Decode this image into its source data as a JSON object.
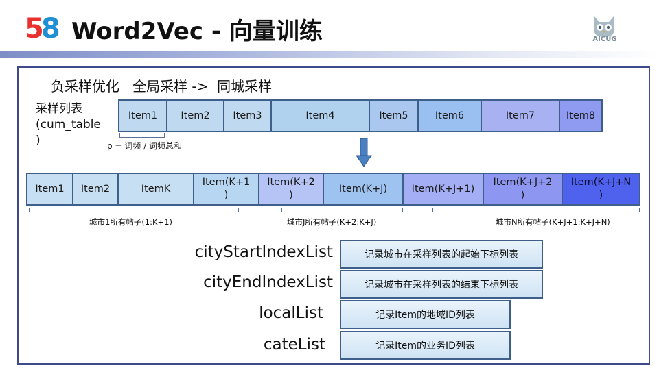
{
  "header": {
    "logo": {
      "digit1": "5",
      "digit2": "8"
    },
    "title": "Word2Vec - 向量训练",
    "brand_icon": "aicug-owl-logo",
    "brand_text": "AICUG"
  },
  "slide": {
    "subtitle": "负采样优化   全局采样 ->  同城采样",
    "cum_table_label": "采样列表\n(cum_table\n)",
    "top_row": [
      {
        "label": "Item1",
        "color": "#bfdaf0"
      },
      {
        "label": "Item2",
        "color": "#bfdaf0"
      },
      {
        "label": "Item3",
        "color": "#bfdaf0"
      },
      {
        "label": "Item4",
        "color": "#b1d2ef"
      },
      {
        "label": "Item5",
        "color": "#a9c7ef"
      },
      {
        "label": "Item6",
        "color": "#99c0f0"
      },
      {
        "label": "Item7",
        "color": "#a8b2f3"
      },
      {
        "label": "Item8",
        "color": "#8e9bf0"
      }
    ],
    "p_note": "p = 词频 / 词频总和",
    "arrow_icon": "down-arrow-icon",
    "bottom_row": [
      {
        "label": "Item1",
        "color": "#c7dff2"
      },
      {
        "label": "Item2",
        "color": "#c7dff2"
      },
      {
        "label": "ItemK",
        "color": "#c7dff2"
      },
      {
        "label": "Item(K+1\n)",
        "color": "#b7d6f2"
      },
      {
        "label": "Item(K+2\n)",
        "color": "#b5c4f4"
      },
      {
        "label": "Item(K+J)",
        "color": "#9fc3f0"
      },
      {
        "label": "Item(K+J+1)",
        "color": "#a4aef5"
      },
      {
        "label": "Item(K+J+2\n)",
        "color": "#8d97f2"
      },
      {
        "label": "Item(K+J+N\n)",
        "color": "#4f62ee"
      }
    ],
    "city_notes": [
      "城市1所有帖子(1:K+1)",
      "城市J所有帖子(K+2:K+J)",
      "城市N所有帖子(K+J+1:K+J+N)"
    ],
    "lists": [
      {
        "name": "cityStartIndexList",
        "desc": "记录城市在采样列表的起始下标列表"
      },
      {
        "name": "cityEndIndexList",
        "desc": "记录城市在采样列表的结束下标列表"
      },
      {
        "name": "localList",
        "desc": "记录Item的地域ID列表"
      },
      {
        "name": "cateList",
        "desc": "记录Item的业务ID列表"
      }
    ]
  }
}
